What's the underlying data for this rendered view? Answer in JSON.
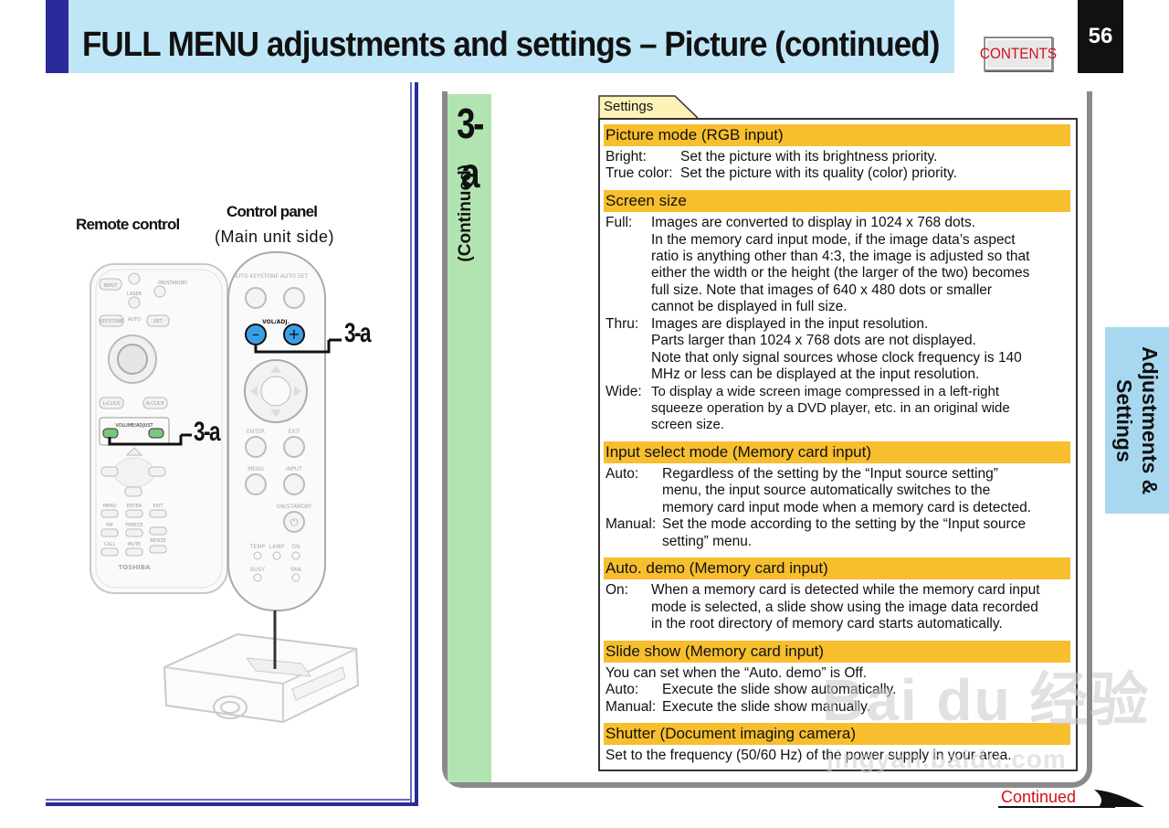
{
  "header": {
    "title": "FULL MENU adjustments and settings – Picture (continued)",
    "contents_label": "CONTENTS",
    "page_number": "56"
  },
  "side_tab": {
    "label": "Adjustments & Settings"
  },
  "left": {
    "remote_label": "Remote control",
    "panel_label": "Control panel",
    "panel_sub": "(Main unit side)",
    "callout": "3-a",
    "remote": {
      "buttons": [
        "INPUT",
        "ON/STANDBY",
        "LASER",
        "KEYSTONE",
        "AUTO",
        "SET",
        "L-CLICK",
        "R-CLICK",
        "VOLUME/ADJUST",
        "MENU",
        "ENTER",
        "EXIT",
        "PIP",
        "FREEZE",
        "CALL",
        "MUTE",
        "RESIZE"
      ],
      "brand": "TOSHIBA"
    },
    "panel": {
      "auto_keystone": "AUTO KEYSTONE",
      "auto_set": "AUTO SET",
      "vol_adj": "VOL/ADJ.",
      "enter": "ENTER",
      "exit": "EXIT",
      "menu": "MENU",
      "input": "INPUT",
      "on_standby": "ON/STANDBY",
      "temp": "TEMP",
      "lamp": "LAMP",
      "on": "ON",
      "busy": "BUSY",
      "fan": "FAN"
    }
  },
  "right": {
    "step": "3-a",
    "continued_vertical": "(Continued)",
    "settings_tab": "Settings",
    "sections": [
      {
        "title": "Picture mode (RGB input)",
        "lines": [
          {
            "term": "Bright:",
            "desc": "Set the picture with its brightness priority."
          },
          {
            "term": "True color:",
            "desc": "Set the picture with its quality (color) priority."
          }
        ]
      },
      {
        "title": "Screen size",
        "full_term": "Full:",
        "full_lines": [
          "Images are converted to display in 1024 x 768 dots.",
          "In the memory card input mode, if the image data’s aspect",
          "ratio is anything other than 4:3, the image is adjusted so that",
          "either the width or the height (the larger of the two) becomes",
          "full size.  Note that images of 640 x 480 dots or smaller",
          "cannot be displayed in full size."
        ],
        "thru_term": "Thru:",
        "thru_lines": [
          "Images are displayed in the input resolution.",
          "Parts larger than 1024 x 768 dots are not displayed.",
          "Note that only signal sources whose clock frequency is 140",
          "MHz or less can be displayed at the input resolution."
        ],
        "wide_term": "Wide:",
        "wide_lines": [
          "To display a wide screen image compressed in a left-right",
          "squeeze operation by a DVD player, etc. in an original wide",
          "screen size."
        ]
      },
      {
        "title": "Input select mode (Memory card input)",
        "auto_term": "Auto:",
        "auto_lines": [
          "Regardless of the setting by the “Input source setting”",
          "menu, the input source automatically switches to the",
          "memory card input mode when a memory card is detected."
        ],
        "manual_term": "Manual:",
        "manual_lines": [
          "Set the mode according to the setting by the “Input source",
          "setting” menu."
        ]
      },
      {
        "title": "Auto. demo (Memory card input)",
        "on_term": "On:",
        "on_lines": [
          "When a memory card is detected while the memory card input",
          "mode is selected, a slide show using the image data recorded",
          "in the root directory of memory card starts automatically."
        ]
      },
      {
        "title": "Slide show (Memory card input)",
        "intro": "You can set when the “Auto. demo” is Off.",
        "auto_term": "Auto:",
        "auto_desc": "Execute the slide show automatically.",
        "manual_term": "Manual:",
        "manual_desc": "Execute the slide show manually."
      },
      {
        "title": "Shutter (Document imaging camera)",
        "desc": "Set to the frequency (50/60 Hz) of the power supply in your area."
      }
    ]
  },
  "footer": {
    "continued": "Continued"
  },
  "watermark": {
    "main": "Bai du 经验",
    "sub": "jingyan.baidu.com"
  },
  "colors": {
    "header_bg": "#bfe6f7",
    "accent_blue": "#2a2a9a",
    "section_header": "#f7be2e",
    "green_strip": "#b2e4b2",
    "side_tab": "#a8d8f0",
    "red_text": "#d0101a"
  }
}
